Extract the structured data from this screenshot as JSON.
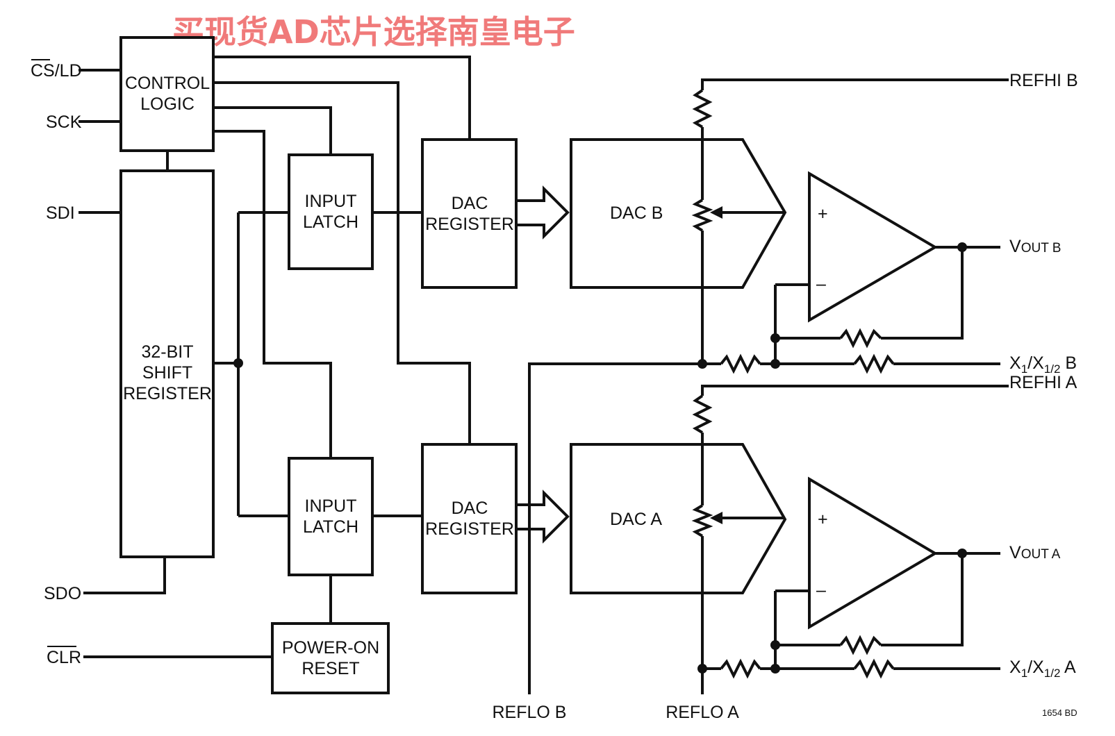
{
  "watermark": "买现货AD芯片选择南皇电子",
  "blocks": {
    "control_logic": [
      "CONTROL",
      "LOGIC"
    ],
    "shift_register": [
      "32-BIT",
      "SHIFT",
      "REGISTER"
    ],
    "input_latch_b": [
      "INPUT",
      "LATCH"
    ],
    "input_latch_a": [
      "INPUT",
      "LATCH"
    ],
    "dac_register_b": [
      "DAC",
      "REGISTER"
    ],
    "dac_register_a": [
      "DAC",
      "REGISTER"
    ],
    "dac_b": "DAC B",
    "dac_a": "DAC A",
    "power_on_reset": [
      "POWER-ON",
      "RESET"
    ]
  },
  "pins": {
    "cs_ld": {
      "overbar": "CS",
      "rest": "/LD"
    },
    "sck": "SCK",
    "sdi": "SDI",
    "sdo": "SDO",
    "clr": "CLR",
    "refhi_b": "REFHI B",
    "refhi_a": "REFHI A",
    "vout_b": {
      "main": "V",
      "sub": "OUT",
      "suffix": " B"
    },
    "vout_a": {
      "main": "V",
      "sub": "OUT",
      "suffix": " A"
    },
    "x1x12_b": {
      "x1": "X",
      "s1": "1",
      "x2": "/X",
      "s2": "1/2",
      "suffix": " B"
    },
    "x1x12_a": {
      "x1": "X",
      "s1": "1",
      "x2": "/X",
      "s2": "1/2",
      "suffix": " A"
    },
    "reflo_b": "REFLO B",
    "reflo_a": "REFLO A"
  },
  "opamp_signs": {
    "plus": "+",
    "minus": "–"
  },
  "figure_id": "1654 BD"
}
